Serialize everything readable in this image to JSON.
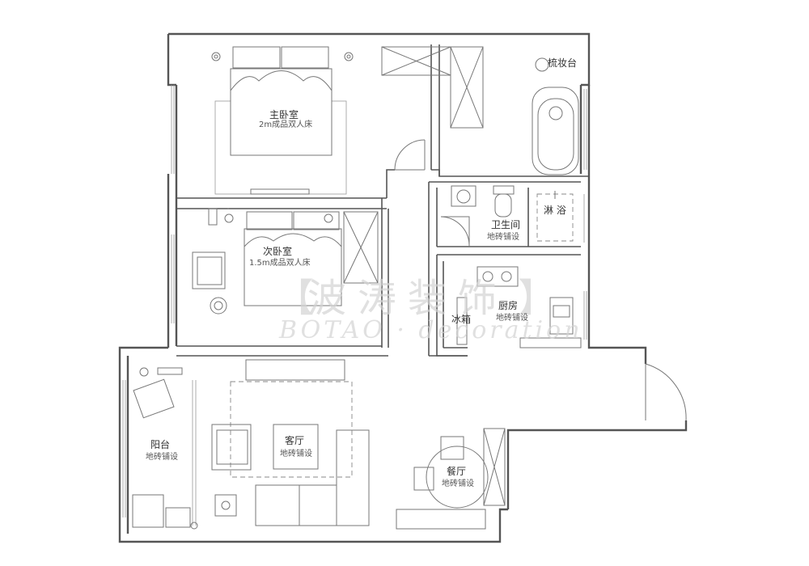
{
  "rooms": {
    "master_bedroom": {
      "name": "主卧室",
      "note": "2m成品双人床"
    },
    "second_bedroom": {
      "name": "次卧室",
      "note": "1.5m成品双人床"
    },
    "dresser": {
      "name": "梳妆台"
    },
    "bathroom": {
      "name": "卫生间",
      "note": "地砖铺设"
    },
    "shower": {
      "name": "淋 浴"
    },
    "kitchen": {
      "name": "厨房",
      "note": "地砖铺设"
    },
    "fridge": {
      "name": "冰箱"
    },
    "balcony": {
      "name": "阳台",
      "note": "地砖铺设"
    },
    "living_room": {
      "name": "客厅",
      "note": "地砖铺设"
    },
    "dining_room": {
      "name": "餐厅",
      "note": "地砖铺设"
    }
  },
  "watermark": {
    "chinese": "波涛装饰",
    "english": "BOTAO · decoration",
    "bracket_left": "【",
    "bracket_right": "】"
  }
}
